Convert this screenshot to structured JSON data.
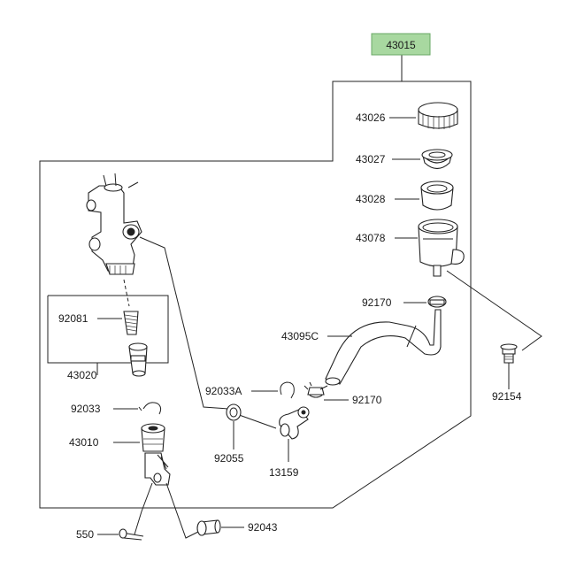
{
  "assembly_label": "43015",
  "colors": {
    "assembly_highlight": "#a8d8a0",
    "line": "#222222"
  },
  "parts": {
    "p43026": "43026",
    "p43027": "43027",
    "p43028": "43028",
    "p43078": "43078",
    "p92170a": "92170",
    "p43095c": "43095C",
    "p92154": "92154",
    "p92081": "92081",
    "p43020": "43020",
    "p92033a": "92033A",
    "p92170b": "92170",
    "p92033": "92033",
    "p43010": "43010",
    "p92055": "92055",
    "p13159": "13159",
    "p550": "550",
    "p92043": "92043"
  }
}
